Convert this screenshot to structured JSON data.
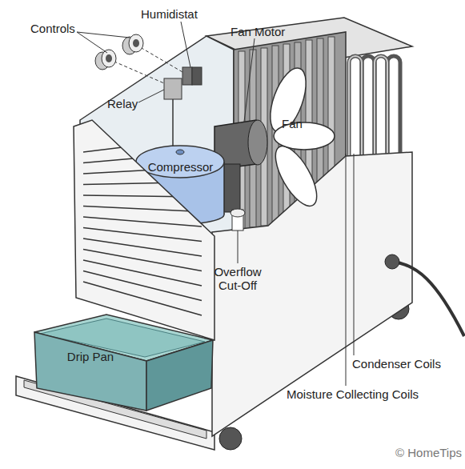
{
  "diagram": {
    "nodes": [
      {
        "text": [
          "Compressor"
        ]
      },
      {
        "text": [
          "Drip Pan"
        ]
      }
    ],
    "labels": [
      "Controls",
      "Humidistat",
      "Fan Motor",
      "Relay",
      "Fan",
      "Overflow Cut-Off",
      "Condenser Coils",
      "Moisture Collecting Coils",
      "© HomeTips"
    ]
  }
}
